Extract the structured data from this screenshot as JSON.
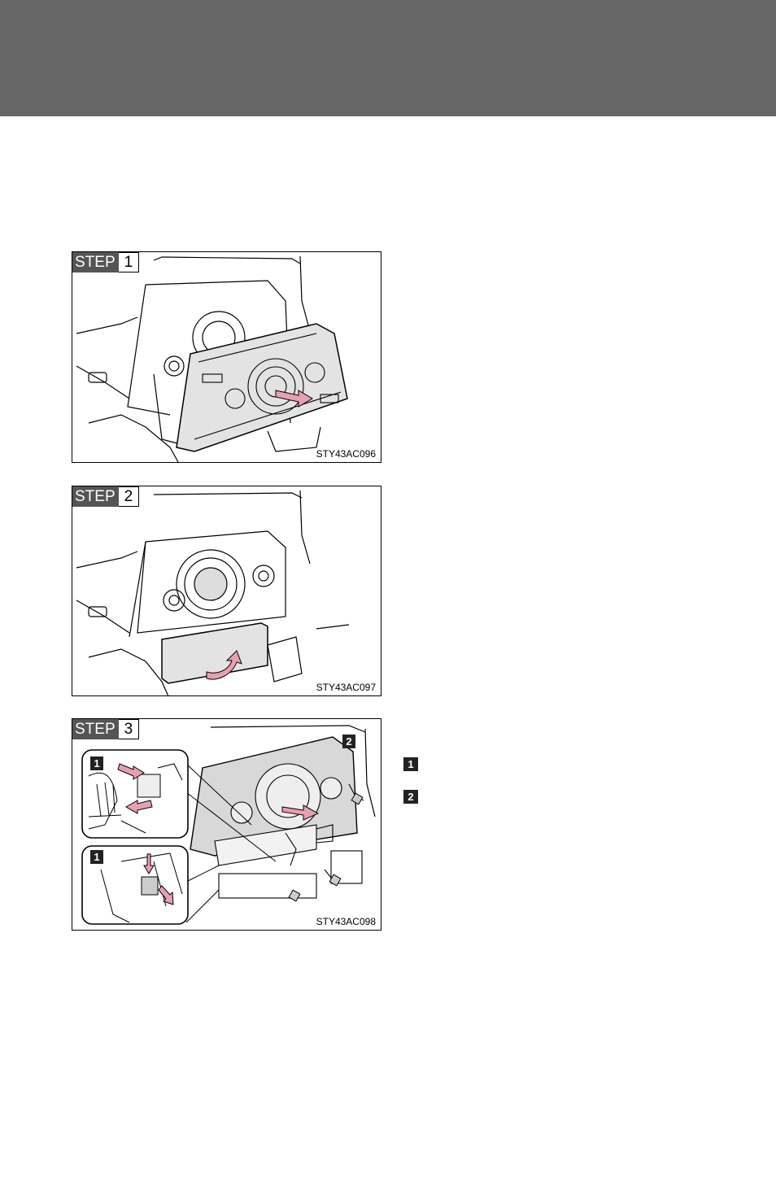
{
  "figures": [
    {
      "step_word": "STEP",
      "step_number": "1",
      "code": "STY43AC096"
    },
    {
      "step_word": "STEP",
      "step_number": "2",
      "code": "STY43AC097"
    },
    {
      "step_word": "STEP",
      "step_number": "3",
      "code": "STY43AC098",
      "callouts": [
        "1",
        "1",
        "2"
      ]
    }
  ],
  "legend": [
    {
      "marker": "1"
    },
    {
      "marker": "2"
    }
  ],
  "colors": {
    "header_band": "#666666",
    "step_badge": "#555555",
    "arrow_pink": "#e8a0b0",
    "marker_black": "#222222"
  }
}
